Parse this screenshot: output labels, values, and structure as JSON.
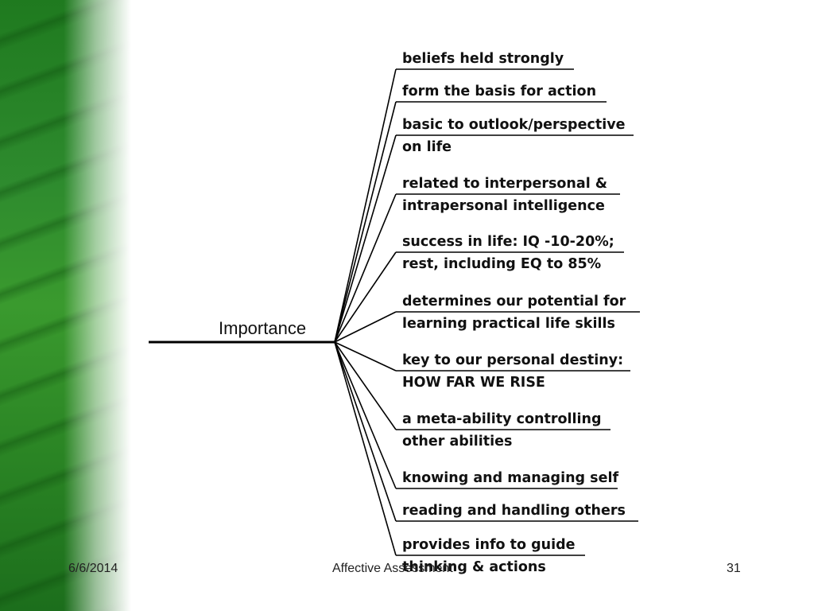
{
  "diagram": {
    "root": "Importance",
    "branches": [
      [
        "beliefs held strongly"
      ],
      [
        "form the basis for action"
      ],
      [
        "basic to outlook/perspective",
        "on life"
      ],
      [
        "related to interpersonal &",
        "intrapersonal intelligence"
      ],
      [
        "success in life: IQ -10-20%;",
        "rest, including EQ to 85%"
      ],
      [
        "determines our potential for",
        "learning practical life skills"
      ],
      [
        "key to our personal destiny:",
        "HOW FAR WE RISE"
      ],
      [
        "a meta-ability controlling",
        "other abilities"
      ],
      [
        "knowing and managing self"
      ],
      [
        "reading and handling others"
      ],
      [
        "provides info to guide",
        "thinking & actions"
      ]
    ]
  },
  "footer": {
    "date": "6/6/2014",
    "title": "Affective Assessment",
    "page": "31"
  },
  "colors": {
    "band_green": "#2e8b2e",
    "line": "#000000"
  }
}
